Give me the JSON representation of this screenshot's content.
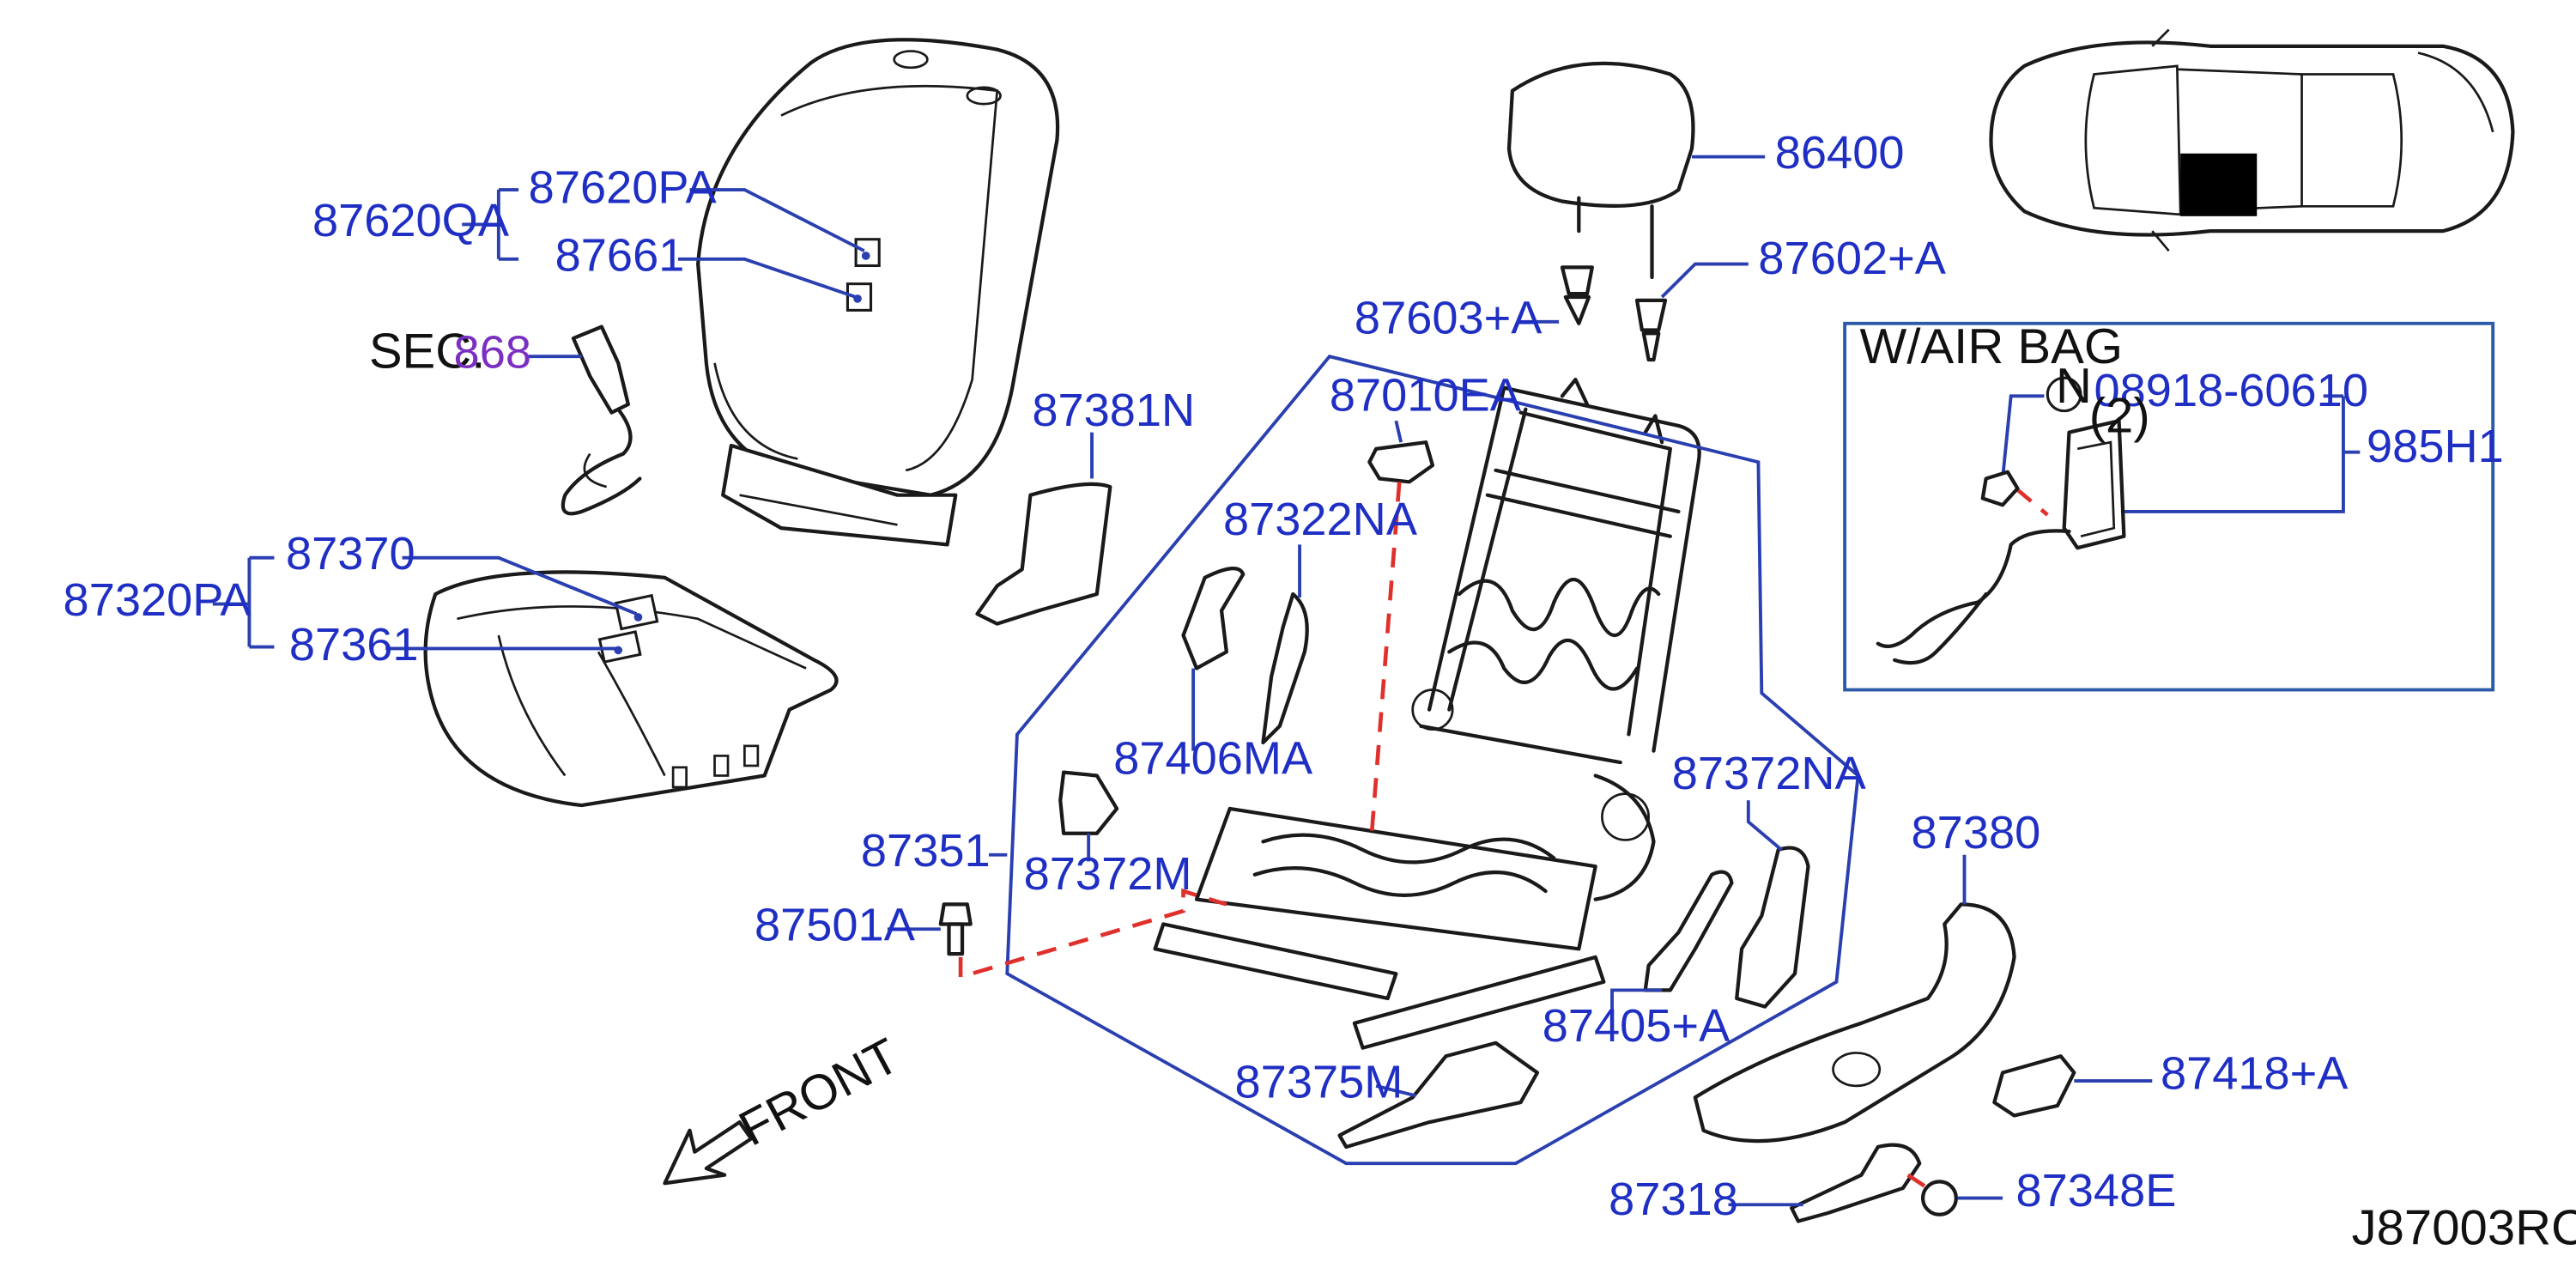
{
  "diagram": {
    "drawing_code": "J87003RC",
    "front_label": "FRONT",
    "section_ref": {
      "prefix": "SEC.",
      "number": "868"
    },
    "airbag_box": {
      "title": "W/AIR  BAG",
      "nut_symbol": "N",
      "nut_part": "08918-60610",
      "nut_qty": "(2)",
      "part": "985H1"
    },
    "labels": {
      "p87620PA": "87620PA",
      "p87620QA": "87620QA",
      "p87661": "87661",
      "p86400": "86400",
      "p87602A": "87602+A",
      "p87603A": "87603+A",
      "p87010EA": "87010EA",
      "p87381N": "87381N",
      "p87322NA": "87322NA",
      "p87370": "87370",
      "p87320PA": "87320PA",
      "p87361": "87361",
      "p87406MA": "87406MA",
      "p87372M": "87372M",
      "p87351": "87351",
      "p87501A": "87501A",
      "p87372NA": "87372NA",
      "p87380": "87380",
      "p87405A": "87405+A",
      "p87418A": "87418+A",
      "p87375M": "87375M",
      "p87318": "87318",
      "p87348E": "87348E"
    }
  }
}
